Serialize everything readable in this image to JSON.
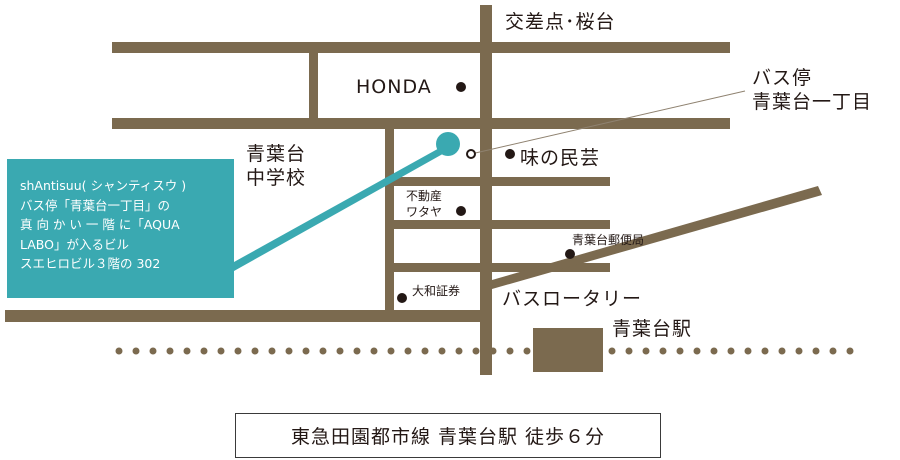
{
  "map": {
    "colors": {
      "road": "#7b6a4f",
      "marker": "#3aa9b1",
      "poi_dot": "#231815",
      "callout_bg": "#3aa9b1",
      "callout_text": "#ffffff"
    },
    "labels": {
      "intersection_sakuradai": "交差点･桜台",
      "honda": "HONDA",
      "bus_stop_line1": "バス停",
      "bus_stop_line2": "青葉台一丁目",
      "school_line1": "青葉台",
      "school_line2": "中学校",
      "ajinominge": "味の民芸",
      "realestate_line1": "不動産",
      "realestate_line2": "ワタヤ",
      "post_office": "青葉台郵便局",
      "daiwa": "大和証券",
      "bus_rotary": "バスロータリー",
      "station": "青葉台駅"
    },
    "callout_lines": [
      "shAntisuu( シャンティスウ )",
      "バス停「青葉台一丁目」の",
      "真 向 か い 一 階 に「AQUA",
      "LABO」が入るビル",
      "スエヒロビル３階の 302"
    ],
    "footer": "東急田園都市線 青葉台駅 徒歩６分"
  }
}
